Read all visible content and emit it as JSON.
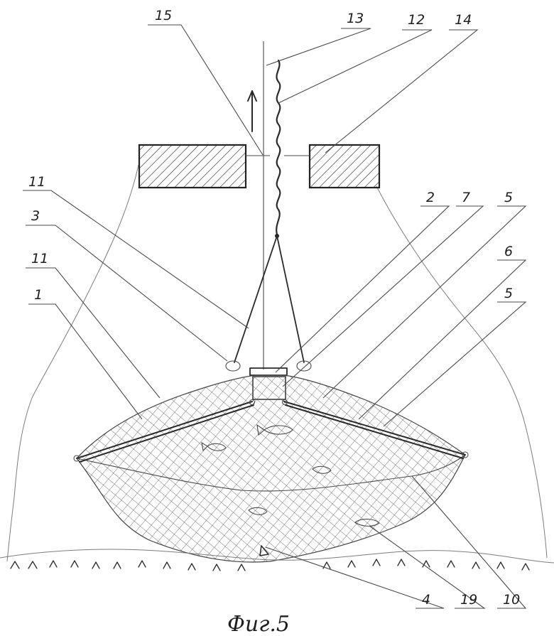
{
  "labels": {
    "l15": "15",
    "l13": "13",
    "l12": "12",
    "l14": "14",
    "l11a": "11",
    "l3": "3",
    "l11b": "11",
    "l1": "1",
    "l2": "2",
    "l7": "7",
    "l5a": "5",
    "l6": "6",
    "l5b": "5",
    "l4": "4",
    "l19": "19",
    "l10": "10"
  },
  "caption": "Фиг.5"
}
